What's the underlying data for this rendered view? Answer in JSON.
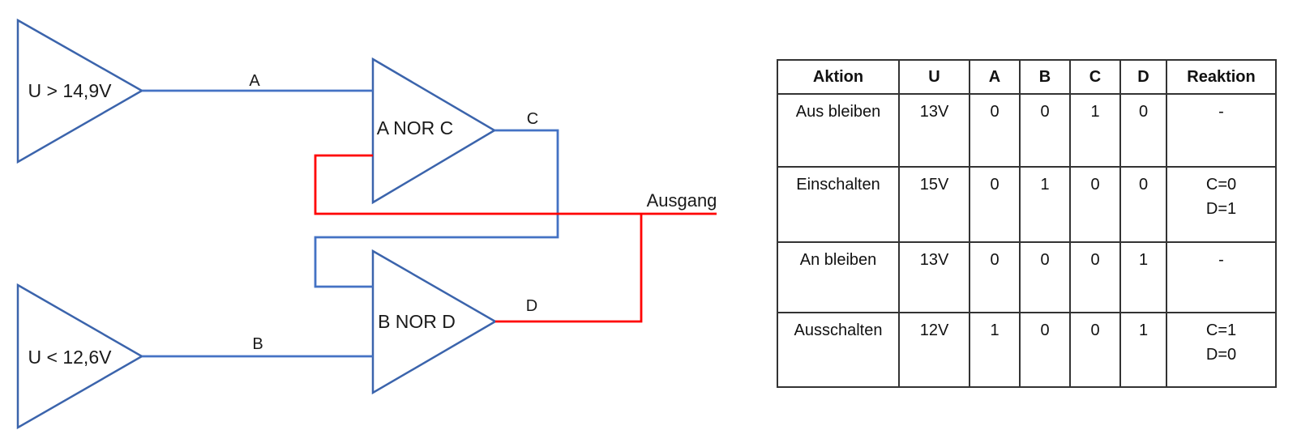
{
  "diagram": {
    "comparators": {
      "top_label": "U > 14,9V",
      "bottom_label": "U < 12,6V"
    },
    "gates": {
      "top_label": "A NOR C",
      "bottom_label": "B NOR D"
    },
    "signals": {
      "a": "A",
      "b": "B",
      "c": "C",
      "d": "D"
    },
    "output_label": "Ausgang",
    "colors": {
      "wire_blue": "#4472C4",
      "shape_blue": "#3B64AC",
      "wire_red": "#FF0000",
      "table_border": "#333333"
    }
  },
  "table": {
    "headers": [
      "Aktion",
      "U",
      "A",
      "B",
      "C",
      "D",
      "Reaktion"
    ],
    "rows": [
      [
        "Aus bleiben",
        "13V",
        "0",
        "0",
        "1",
        "0",
        "-"
      ],
      [
        "Einschalten",
        "15V",
        "0",
        "1",
        "0",
        "0",
        "C=0\nD=1"
      ],
      [
        "An bleiben",
        "13V",
        "0",
        "0",
        "0",
        "1",
        "-"
      ],
      [
        "Ausschalten",
        "12V",
        "1",
        "0",
        "0",
        "1",
        "C=1\nD=0"
      ]
    ]
  }
}
